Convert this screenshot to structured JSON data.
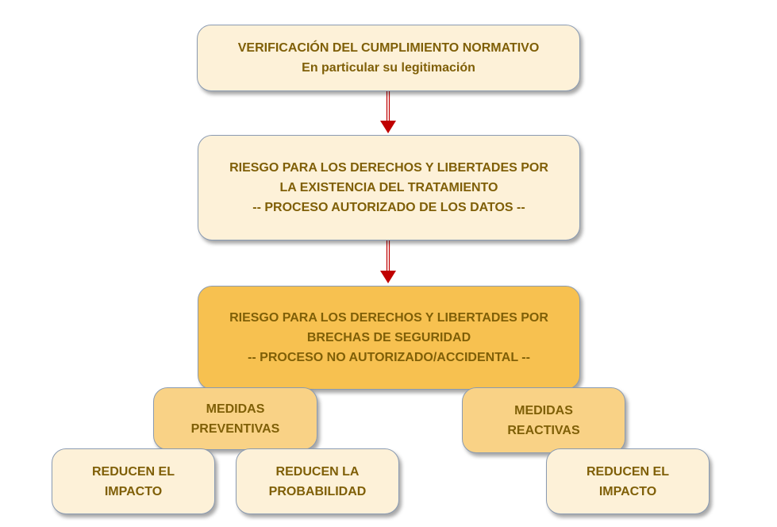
{
  "boxes": {
    "verificacion": [
      "VERIFICACIÓN DEL CUMPLIMIENTO NORMATIVO",
      "En particular su legitimación"
    ],
    "riesgo_tratamiento": [
      "RIESGO PARA LOS DERECHOS Y LIBERTADES POR",
      "LA EXISTENCIA DEL TRATAMIENTO",
      "-- PROCESO AUTORIZADO DE LOS DATOS --"
    ],
    "riesgo_brechas": [
      "RIESGO PARA LOS DERECHOS Y LIBERTADES POR",
      "BRECHAS DE SEGURIDAD",
      "-- PROCESO NO AUTORIZADO/ACCIDENTAL --"
    ],
    "medidas_preventivas": [
      "MEDIDAS",
      "PREVENTIVAS"
    ],
    "medidas_reactivas": [
      "MEDIDAS",
      "REACTIVAS"
    ],
    "reducen_impacto_1": [
      "REDUCEN EL",
      "IMPACTO"
    ],
    "reducen_probabilidad": [
      "REDUCEN LA",
      "PROBABILIDAD"
    ],
    "reducen_impacto_2": [
      "REDUCEN EL",
      "IMPACTO"
    ]
  },
  "colors": {
    "box_light": "#fdf1d8",
    "box_strong": "#f7c150",
    "box_medium": "#f9d286",
    "text": "#7f5f07",
    "arrow": "#c00000",
    "border": "#8a9bb2"
  }
}
